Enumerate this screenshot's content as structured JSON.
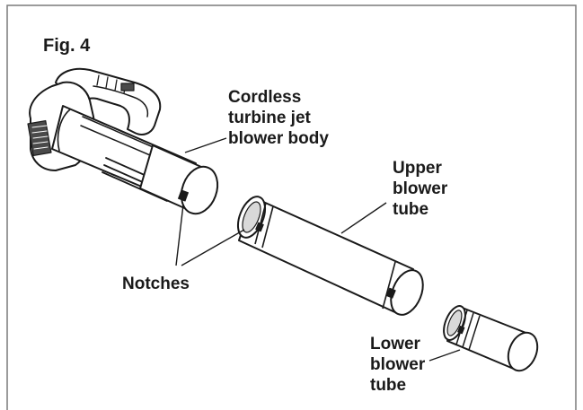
{
  "figure": {
    "title": "Fig. 4"
  },
  "labels": {
    "body": [
      "Cordless",
      "turbine jet",
      "blower body"
    ],
    "upper_tube": [
      "Upper",
      "blower",
      "tube"
    ],
    "notches": [
      "Notches"
    ],
    "lower_tube": [
      "Lower",
      "blower",
      "tube"
    ]
  },
  "colors": {
    "border": "#7a7a7a",
    "line": "#1a1a1a",
    "fill": "#ffffff",
    "shade": "#d9d9d9",
    "dark": "#4a4a4a"
  }
}
